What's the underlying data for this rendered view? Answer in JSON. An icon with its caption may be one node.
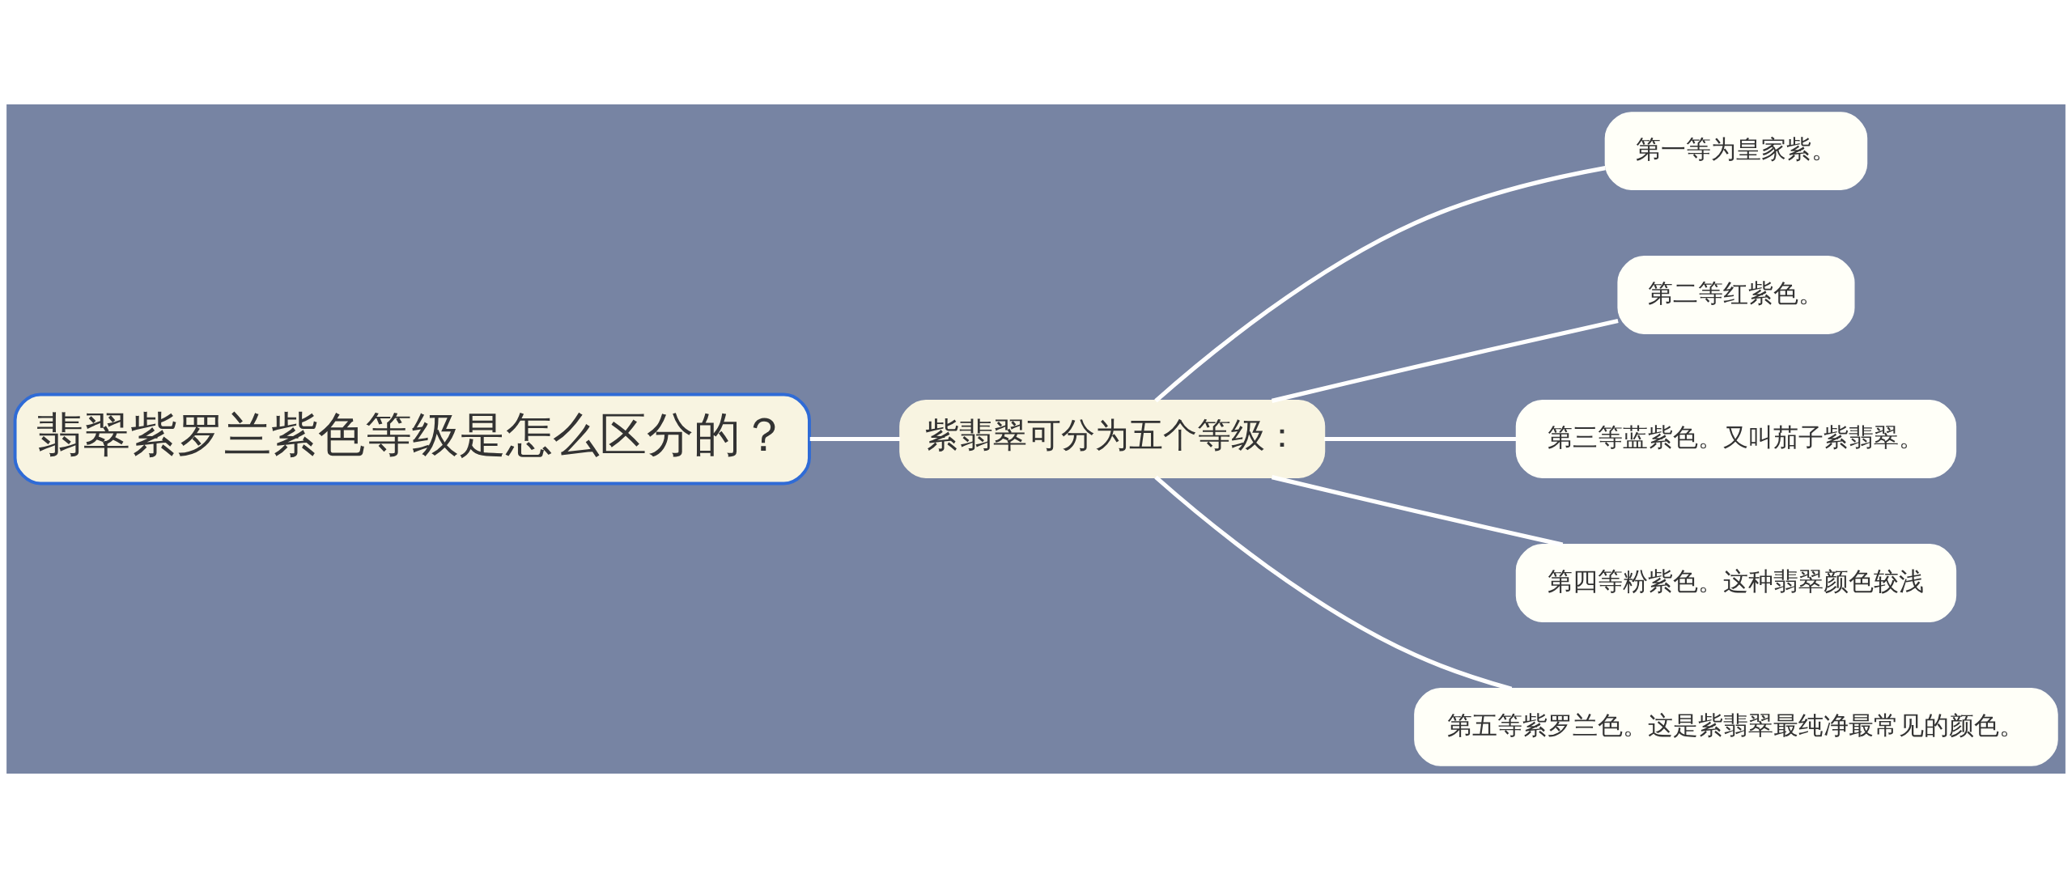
{
  "diagram": {
    "nodes": [
      {
        "text": [
          "翡翠紫罗兰紫色等级是怎么区分的？"
        ]
      },
      {
        "text": [
          "紫翡翠可分为五个等级："
        ]
      },
      {
        "text": [
          "第一等为皇家紫。"
        ]
      },
      {
        "text": [
          "第二等红紫色。"
        ]
      },
      {
        "text": [
          "第三等蓝紫色。又叫茄子紫翡翠。"
        ]
      },
      {
        "text": [
          "第四等粉紫色。这种翡翠颜色较浅"
        ]
      },
      {
        "text": [
          "第五等紫罗兰色。这是紫翡翠最纯净最常见的颜色。"
        ]
      }
    ],
    "edges": [
      {
        "from": 0,
        "to": 1,
        "arrow": "none"
      },
      {
        "from": 1,
        "to": 2,
        "arrow": "none"
      },
      {
        "from": 1,
        "to": 3,
        "arrow": "none"
      },
      {
        "from": 1,
        "to": 4,
        "arrow": "none"
      },
      {
        "from": 1,
        "to": 5,
        "arrow": "none"
      },
      {
        "from": 1,
        "to": 6,
        "arrow": "none"
      }
    ]
  }
}
